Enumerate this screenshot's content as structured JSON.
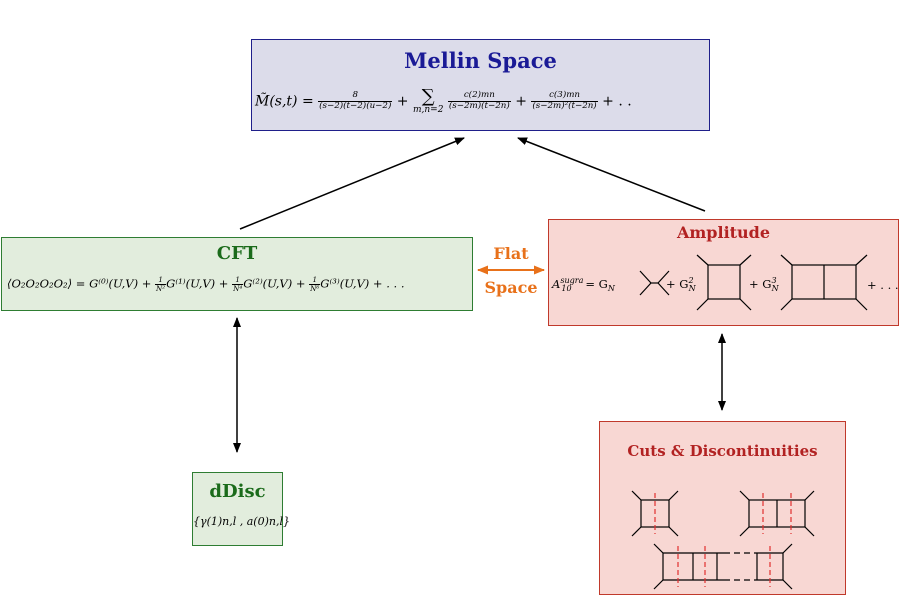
{
  "colors": {
    "mellin_fill": "#dcdcea",
    "mellin_border": "#1f1f8a",
    "mellin_title": "#1a1a96",
    "cft_fill": "#e2eddd",
    "cft_border": "#2e7d32",
    "cft_title": "#1b6b1b",
    "amp_fill": "#f8d7d3",
    "amp_border": "#c0392b",
    "amp_title": "#b22222",
    "flat_space": "#e8711a"
  },
  "mellin": {
    "title": "Mellin Space",
    "lhs": "M̃(s,t) =",
    "t1_num": "8",
    "t1_den": "(s−2)(t−2)(u−2)",
    "plus": "+",
    "sum": "∑",
    "sum_index": "m,n=2",
    "t2_num": "c(2)mn",
    "t2_den": "(s−2m)(t−2n)",
    "t3_num": "c(3)mn",
    "t3_den": "(s−2m)²(t−2n)",
    "tail": "+ . ."
  },
  "cft": {
    "title": "CFT",
    "lhs": "⟨O₂O₂O₂O₂⟩ = G⁽⁰⁾(U,V) +",
    "f1_num": "1",
    "f1_den": "N²",
    "g1": "G⁽¹⁾(U,V) +",
    "f2_num": "1",
    "f2_den": "N⁴",
    "g2": "G⁽²⁾(U,V) +",
    "f3_num": "1",
    "f3_den": "N⁶",
    "g3": "G⁽³⁾(U,V) + . . ."
  },
  "flat_space": {
    "line1": "Flat",
    "line2": "Space"
  },
  "amplitude": {
    "title": "Amplitude",
    "lhs": "A",
    "lhs_sup": "sugra",
    "lhs_sub": "10",
    "eq": "= G",
    "eq_sub": "N",
    "c2": "+ G",
    "c2_sup": "2",
    "c2_sub": "N",
    "c3": "+ G",
    "c3_sup": "3",
    "c3_sub": "N",
    "tail": "+ . . ."
  },
  "ddisc": {
    "title": "dDisc",
    "content": "{γ(1)n,l , a(0)n,l}"
  },
  "cuts": {
    "title": "Cuts & Discontinuities"
  }
}
